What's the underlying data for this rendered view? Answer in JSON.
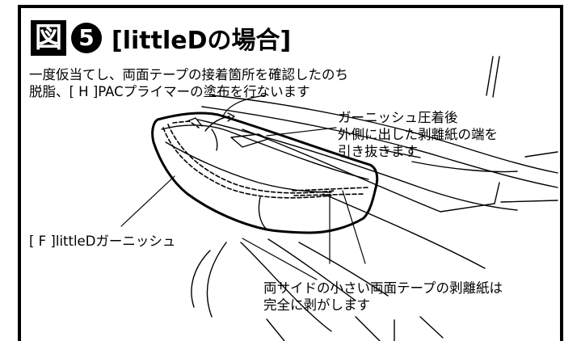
{
  "figure": {
    "kanji": "図",
    "number": "5",
    "caption": "[littleDの場合]"
  },
  "annotations": {
    "intro": {
      "line1": "一度仮当てし、両面テープの接着箇所を確認したのち",
      "line2": "脱脂、[ H ]PACプライマーの塗布を行ないます"
    },
    "peel": {
      "line1": "ガーニッシュ圧着後",
      "line2": "外側に出した剥離紙の端を",
      "line3": "引き抜きます"
    },
    "part_label": "[ F ]littleDガーニッシュ",
    "side_tape": {
      "line1": "両サイドの小さい両面テープの剥離紙は",
      "line2": "完全に剥がします"
    }
  }
}
